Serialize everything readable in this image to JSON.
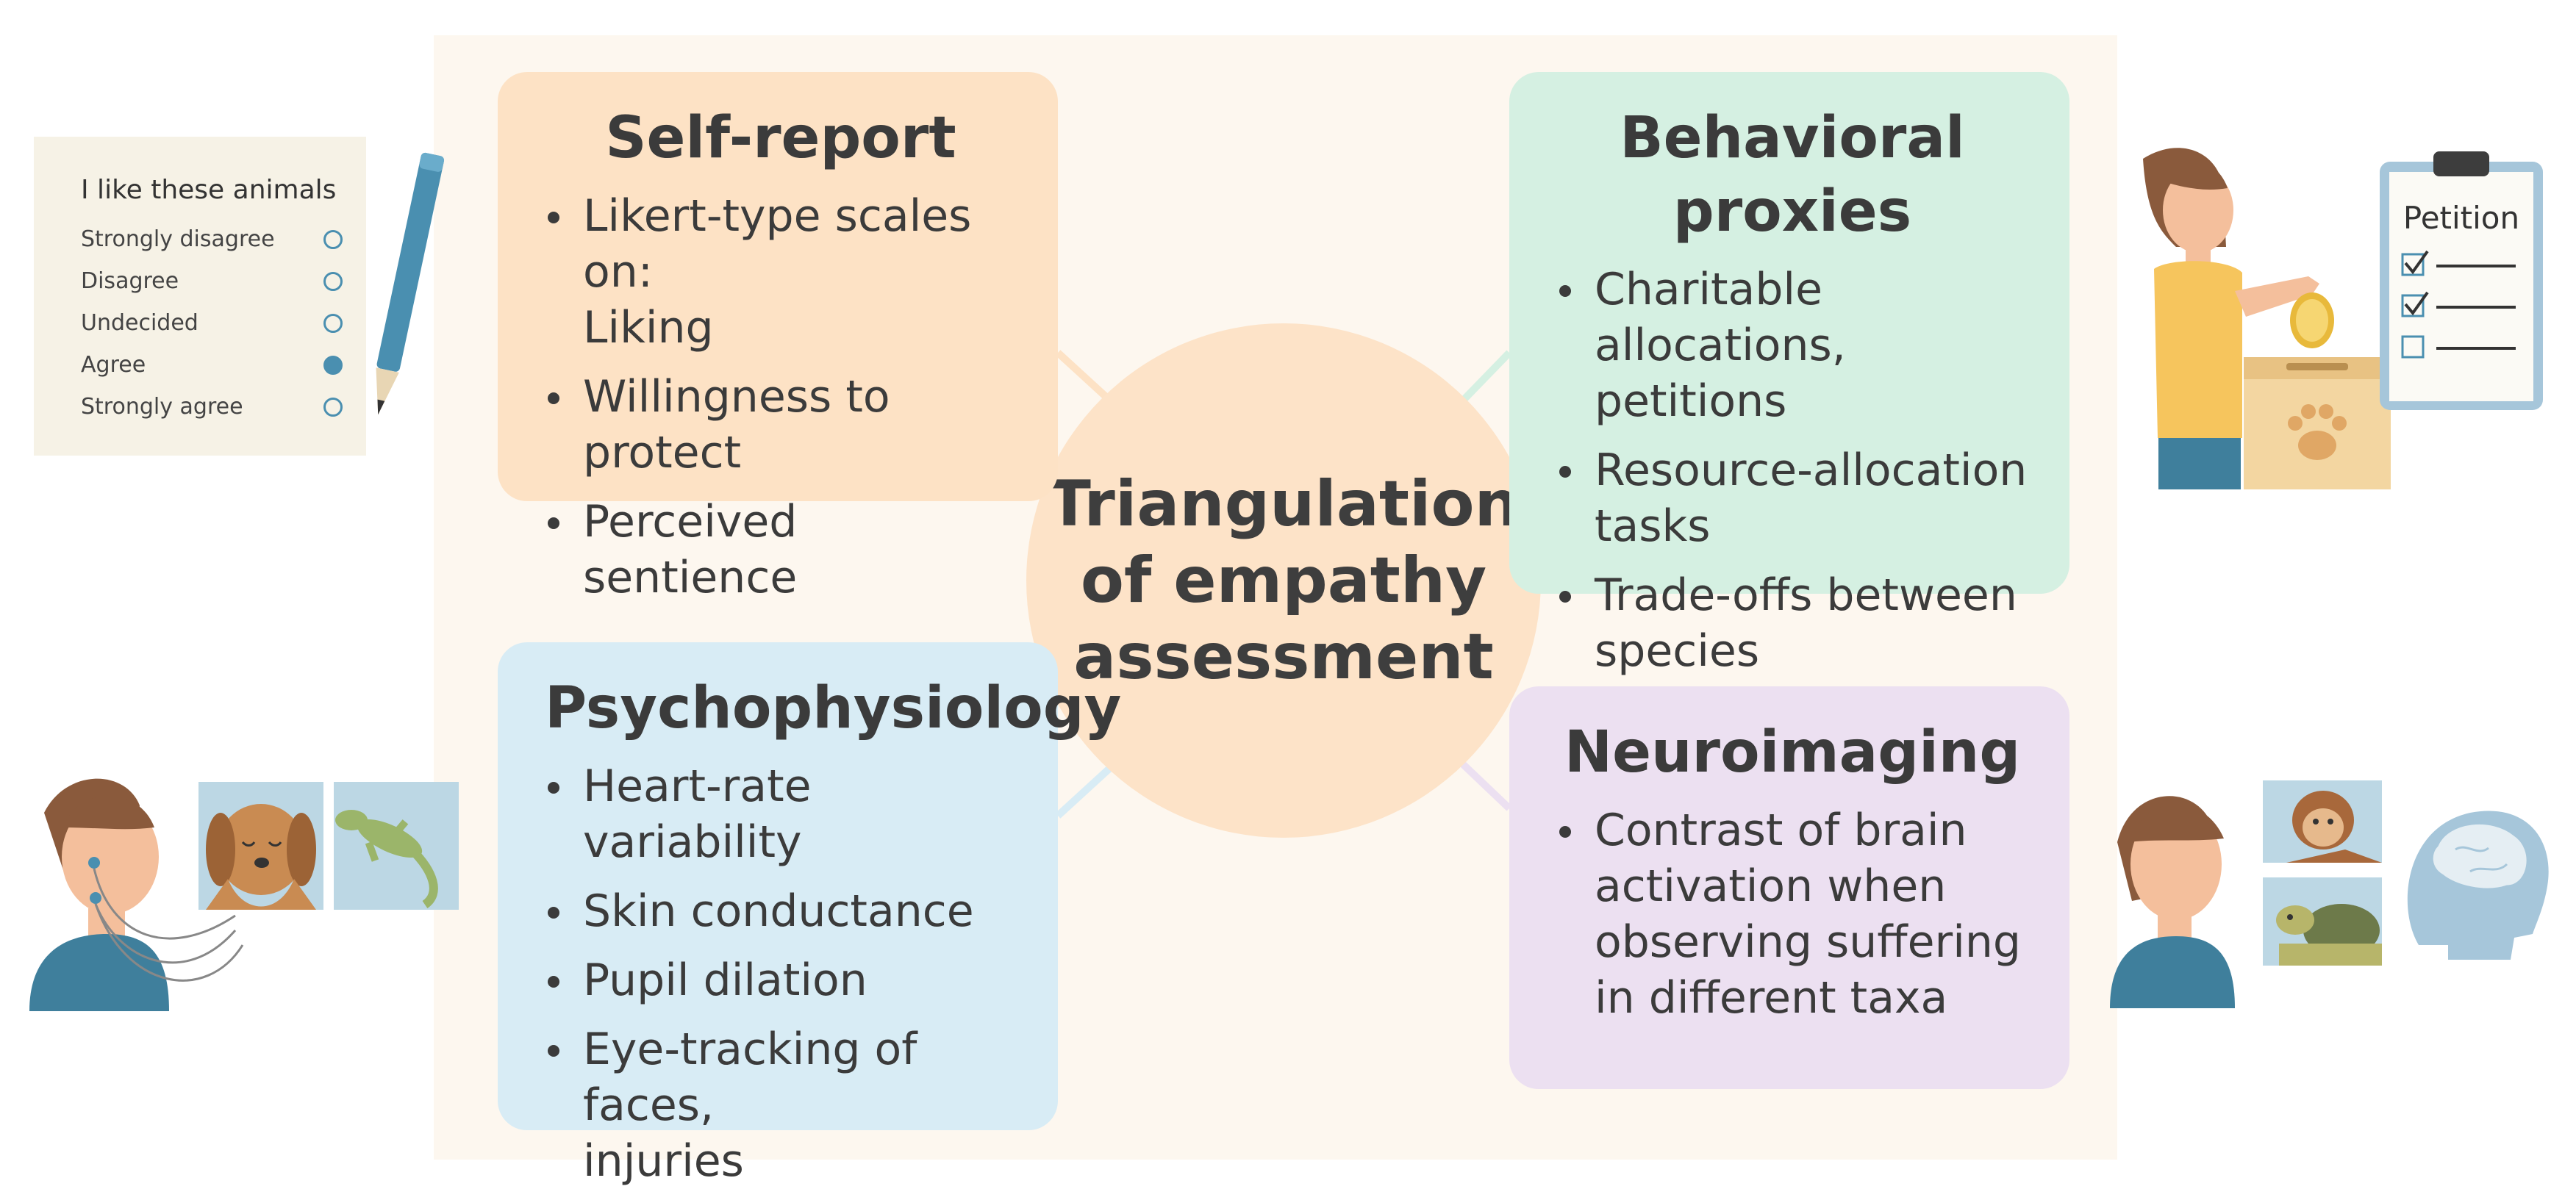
{
  "center": {
    "title": "Triangulation\nof empathy\nassessment"
  },
  "cards": {
    "self_report": {
      "title": "Self-report",
      "items": [
        "Likert-type scales on:\nLiking",
        "Willingness to protect",
        "Perceived sentience"
      ]
    },
    "behavioral": {
      "title": "Behavioral proxies",
      "items": [
        "Charitable allocations,\npetitions",
        "Resource-allocation\ntasks",
        "Trade-offs between\nspecies"
      ]
    },
    "psychophysiology": {
      "title": "Psychophysiology",
      "items": [
        "Heart-rate variability",
        "Skin conductance",
        "Pupil dilation",
        "Eye-tracking of  faces,\ninjuries"
      ]
    },
    "neuroimaging": {
      "title": "Neuroimaging",
      "items": [
        "Contrast of brain\nactivation when\nobserving suffering\nin different taxa"
      ]
    }
  },
  "survey": {
    "question": "I like these animals",
    "options": [
      {
        "label": "Strongly disagree",
        "selected": false
      },
      {
        "label": "Disagree",
        "selected": false
      },
      {
        "label": "Undecided",
        "selected": false
      },
      {
        "label": "Agree",
        "selected": true
      },
      {
        "label": "Strongly agree",
        "selected": false
      }
    ]
  },
  "petition": {
    "title": "Petition"
  },
  "icons": [
    "pencil-icon",
    "person-donating-icon",
    "coin-icon",
    "donation-box-icon",
    "paw-icon",
    "clipboard-icon",
    "checkbox-icon",
    "person-with-electrodes-icon",
    "dog-icon",
    "lizard-icon",
    "person-viewing-icon",
    "monkey-icon",
    "turtle-icon",
    "brain-head-icon"
  ],
  "colors": {
    "self_report": "#fde2c5",
    "behavioral": "#d5f0e2",
    "psychophysiology": "#d8ecf5",
    "neuroimaging": "#ece0f1",
    "center": "#fde3c8",
    "accent": "#4a8fb0"
  }
}
